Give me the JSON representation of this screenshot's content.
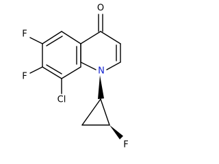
{
  "molecule": {
    "atoms": {
      "oxygen": "O",
      "nitrogen": "N",
      "chlorine": "Cl",
      "fluorine_6": "F",
      "fluorine_7": "F",
      "fluorine_cyclopropyl": "F"
    },
    "colors": {
      "bond": "#000000",
      "nitrogen": "#1020d0",
      "label": "#000000"
    }
  }
}
